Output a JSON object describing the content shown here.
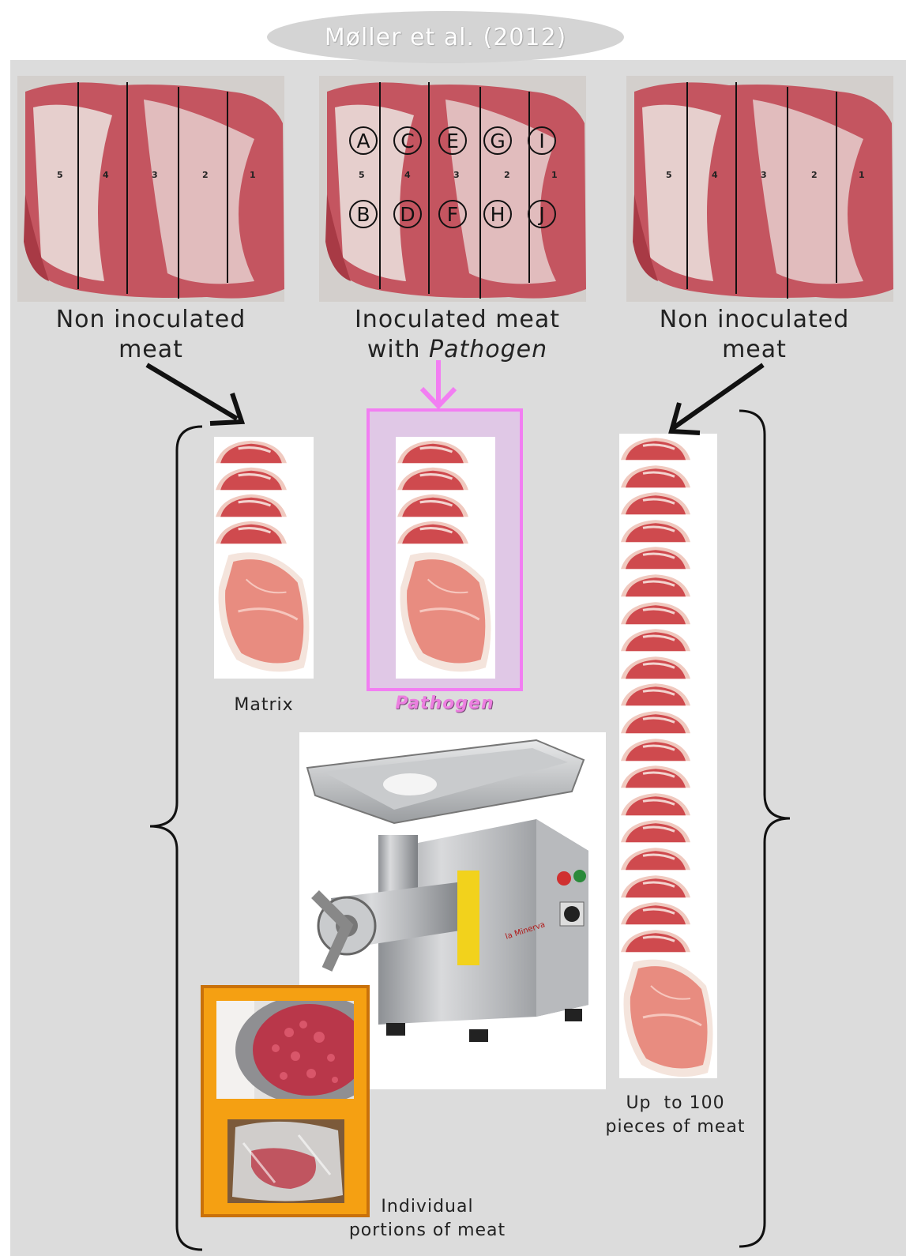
{
  "title": "Møller et al. (2012)",
  "cuts": {
    "left": {
      "caption_line1": "Non inoculated",
      "caption_line2": "meat",
      "section_numbers": [
        "5",
        "4",
        "3",
        "2",
        "1"
      ]
    },
    "center": {
      "caption_line1": "Inoculated meat",
      "caption_prefix": "with ",
      "caption_italic": "Pathogen",
      "section_numbers": [
        "5",
        "4",
        "3",
        "2",
        "1"
      ],
      "circle_labels_top": [
        "A",
        "C",
        "E",
        "G",
        "I"
      ],
      "circle_labels_bottom": [
        "B",
        "D",
        "F",
        "H",
        "J"
      ]
    },
    "right": {
      "caption_line1": "Non inoculated",
      "caption_line2": "meat",
      "section_numbers": [
        "5",
        "4",
        "3",
        "2",
        "1"
      ]
    }
  },
  "stacks": {
    "matrix_label": "Matrix",
    "pathogen_label": "Pathogen",
    "right_label_line1": "Up  to 100",
    "right_label_line2": "pieces of meat"
  },
  "grinder": {
    "brand_text": "la Minerva"
  },
  "output": {
    "label_line1": "Individual",
    "label_line2": "portions of meat"
  },
  "colors": {
    "panel_background": "#dcdcdc",
    "pathogen_highlight": "#f27ef2",
    "portions_frame": "#f5a012",
    "arrow_black": "#111111",
    "meat_red": "#c45560"
  }
}
